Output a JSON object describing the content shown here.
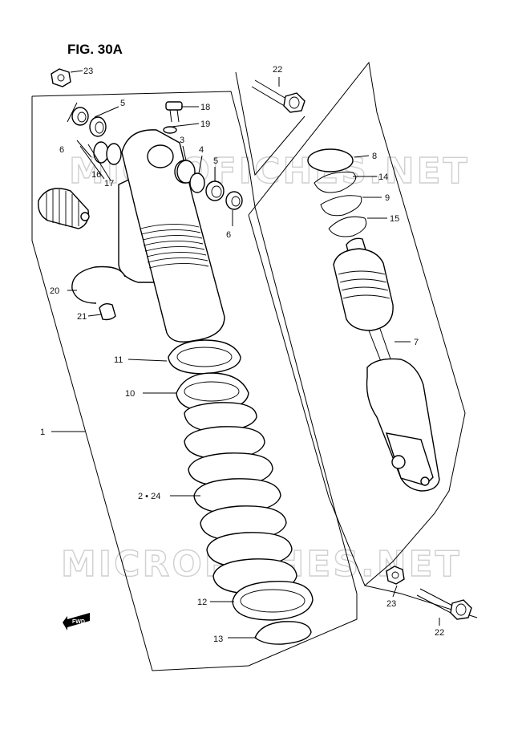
{
  "figure": {
    "title": "FIG. 30A"
  },
  "watermark": {
    "text": "MICROFICHES.NET"
  },
  "fwd_marker": {
    "text": "FWD"
  },
  "callouts": {
    "c1": "1",
    "c2": "2 • 24",
    "c3": "3",
    "c4": "4",
    "c5a": "5",
    "c5b": "5",
    "c6a": "6",
    "c6b": "6",
    "c7": "7",
    "c8": "8",
    "c9": "9",
    "c10": "10",
    "c11": "11",
    "c12": "12",
    "c13": "13",
    "c14": "14",
    "c15": "15",
    "c16": "16",
    "c17": "17",
    "c18": "18",
    "c19": "19",
    "c20": "20",
    "c21": "21",
    "c22a": "22",
    "c22b": "22",
    "c23a": "23",
    "c23b": "23"
  }
}
